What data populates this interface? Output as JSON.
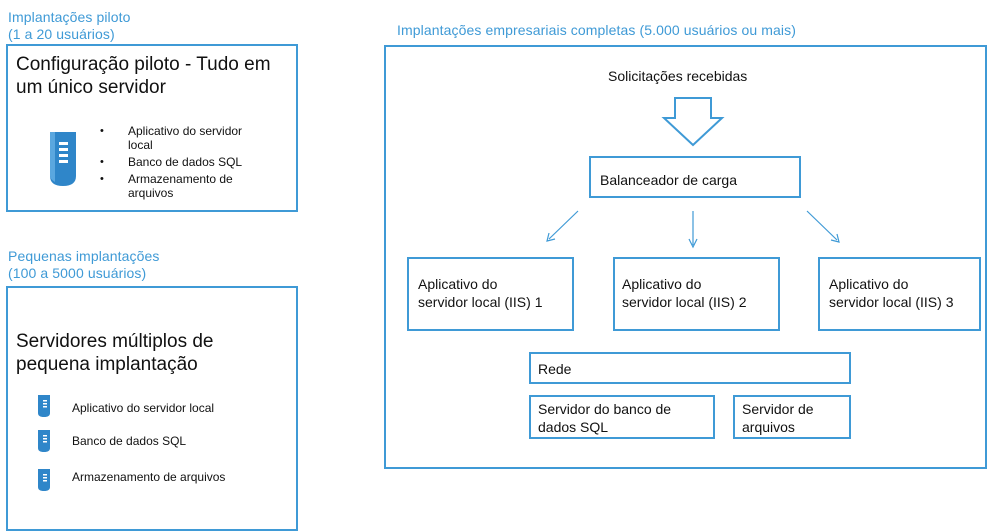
{
  "pilot": {
    "heading_line1": "Implantações piloto",
    "heading_line2": "(1 a 20 usuários)",
    "title_line1": "Configuração piloto - Tudo em",
    "title_line2": "um único servidor",
    "bullets": [
      {
        "line1": "Aplicativo do servidor",
        "line2": "local"
      },
      {
        "line1": "Banco de dados SQL",
        "line2": ""
      },
      {
        "line1": "Armazenamento de",
        "line2": "arquivos"
      }
    ],
    "icon": "server-icon"
  },
  "small": {
    "heading_line1": "Pequenas implantações",
    "heading_line2": "(100 a 5000 usuários)",
    "title_line1": "Servidores múltiplos de",
    "title_line2": "pequena implantação",
    "items": [
      {
        "label": "Aplicativo do servidor local",
        "icon": "server-icon"
      },
      {
        "label": "Banco de dados SQL",
        "icon": "server-icon"
      },
      {
        "label": "Armazenamento de arquivos",
        "icon": "server-icon"
      }
    ]
  },
  "enterprise": {
    "heading": "Implantações empresariais completas (5.000 usuários ou mais)",
    "requests": "Solicitações recebidas",
    "load_balancer": "Balanceador de carga",
    "servers": [
      {
        "line1": "Aplicativo do",
        "line2": "servidor local (IIS) 1"
      },
      {
        "line1": "Aplicativo do",
        "line2": "servidor local (IIS) 2"
      },
      {
        "line1": "Aplicativo do",
        "line2": "servidor local (IIS) 3"
      }
    ],
    "network": "Rede",
    "db_server": {
      "line1": "Servidor do banco de",
      "line2": "dados SQL"
    },
    "file_server": {
      "line1": "Servidor de",
      "line2": "arquivos"
    }
  },
  "colors": {
    "accent": "#3f9ad6",
    "icon": "#2f86c9"
  }
}
